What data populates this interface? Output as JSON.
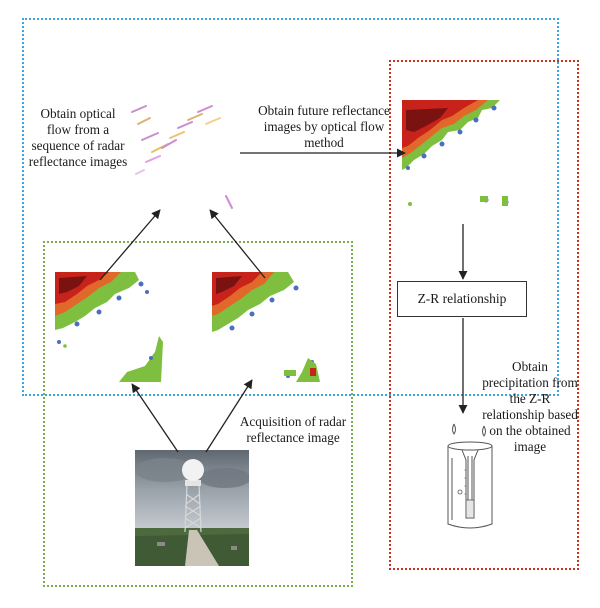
{
  "labels": {
    "optical_flow": "Obtain optical flow from a sequence of radar reflectance images",
    "future_reflectance": "Obtain future reflectance images by optical flow method",
    "zr_relationship": "Z-R relationship",
    "precipitation": "Obtain precipitation from the Z-R relationship based on the obtained image",
    "acquisition": "Acquisition of radar reflectance image"
  },
  "colors": {
    "blue_region": "#3aa6d9",
    "green_region": "#7ab04c",
    "red_region": "#c8311e",
    "radar_dark": "#7a1212",
    "radar_red": "#c8231b",
    "radar_orange": "#e1672a",
    "radar_green": "#7fbf3f",
    "radar_blue": "#4a6fc0"
  },
  "icons": [
    "radar-image",
    "optical-flow-image",
    "radar-tower-photo",
    "rain-gauge-icon"
  ]
}
